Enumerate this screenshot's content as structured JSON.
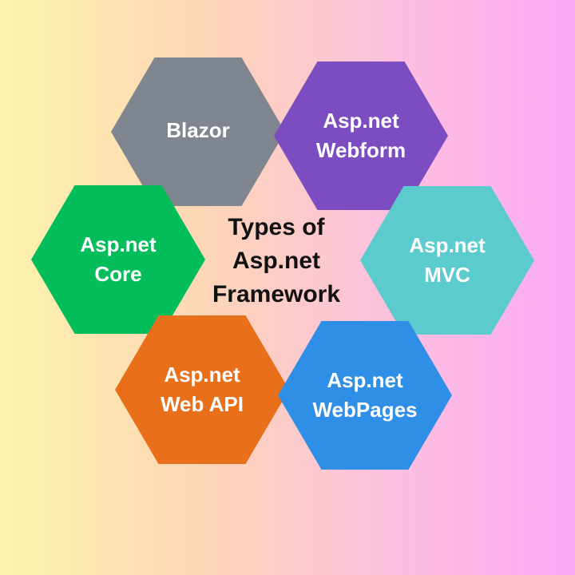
{
  "title": "Types of\nAsp.net\nFramework",
  "hexagons": [
    {
      "label": "Blazor",
      "color": "#7f8690"
    },
    {
      "label": "Asp.net\nWebform",
      "color": "#7b4dc0"
    },
    {
      "label": "Asp.net\nCore",
      "color": "#03bd5b"
    },
    {
      "label": "Asp.net\nMVC",
      "color": "#5ccbce"
    },
    {
      "label": "Asp.net\nWeb API",
      "color": "#e8701a"
    },
    {
      "label": "Asp.net\nWebPages",
      "color": "#2f8ee6"
    }
  ]
}
